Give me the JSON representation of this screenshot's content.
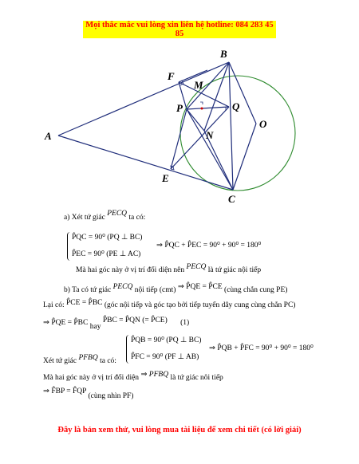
{
  "header_notice": "Mọi thắc mắc vui lòng xin liên hệ hotline: 084 283 45 85",
  "footer_notice": "Đây là bản xem thử, vui lòng mua tài liệu để xem chi tiết (có lời giải)",
  "figure_labels": {
    "A": "A",
    "B": "B",
    "C": "C",
    "E": "E",
    "F": "F",
    "M": "M",
    "N": "N",
    "O": "O",
    "P": "P",
    "Q": "Q"
  },
  "colors": {
    "notice_text": "#ff0000",
    "notice_highlight": "#ffff00",
    "figure_lines": "#1f2d7a",
    "circle": "#2e8b2e",
    "point_mark": "#cc0000"
  },
  "solution": {
    "a_intro": "a)  Xét tứ giác",
    "a_quad": "PECQ",
    "a_intro_end": "ta có:",
    "a_eq1": "P̂QC = 90⁰ (PQ ⊥ BC)",
    "a_eq2": "P̂EC = 90⁰ (PE ⊥ AC)",
    "a_sum": "⇒  P̂QC + P̂EC = 90⁰ + 90⁰ = 180⁰",
    "a_conclusion_pre": "Mà hai góc này ở vị trí đối diện nên",
    "a_conclusion_quad": "PECQ",
    "a_conclusion_post": "là tứ giác nội tiếp",
    "b_intro": "b)  Ta có tứ giác",
    "b_quad": "PECQ",
    "b_intro_mid": "nội tiếp (cmt)",
    "b_eq": "⇒ P̂QE = P̂CE",
    "b_note": "(cùng chắn cung PE)",
    "l3_pre": "Lại có:",
    "l3_eq": "P̂CE = P̂BC",
    "l3_note": "(góc nội tiếp và góc tạo bởi tiếp tuyến dây cung cùng chắn PC)",
    "l4_eq": "⇒  P̂QE = P̂BC",
    "l4_mid": "hay",
    "l4_eq2": "P̂BC = P̂QN (= P̂CE)",
    "l4_tag": "(1)",
    "l5_eq1": "P̂QB = 90⁰ (PQ ⊥ BC)",
    "l5_eq2": "P̂FC = 90⁰ (PF ⊥ AB)",
    "l5_sum": "⇒  P̂QB + P̂FC = 90⁰ + 90⁰ = 180⁰",
    "l5_pre": "Xét tứ giác",
    "l5_quad": "PFBQ",
    "l5_post": "ta có:",
    "l6_pre": "Mà hai góc này ở vị trí đối diện",
    "l6_arrow": "⇒",
    "l6_quad": "PFBQ",
    "l6_post": "là tứ giác nôi tiếp",
    "l7_eq": "⇒  F̂BP = F̂QP",
    "l7_note": "(cùng nhìn PF)"
  }
}
